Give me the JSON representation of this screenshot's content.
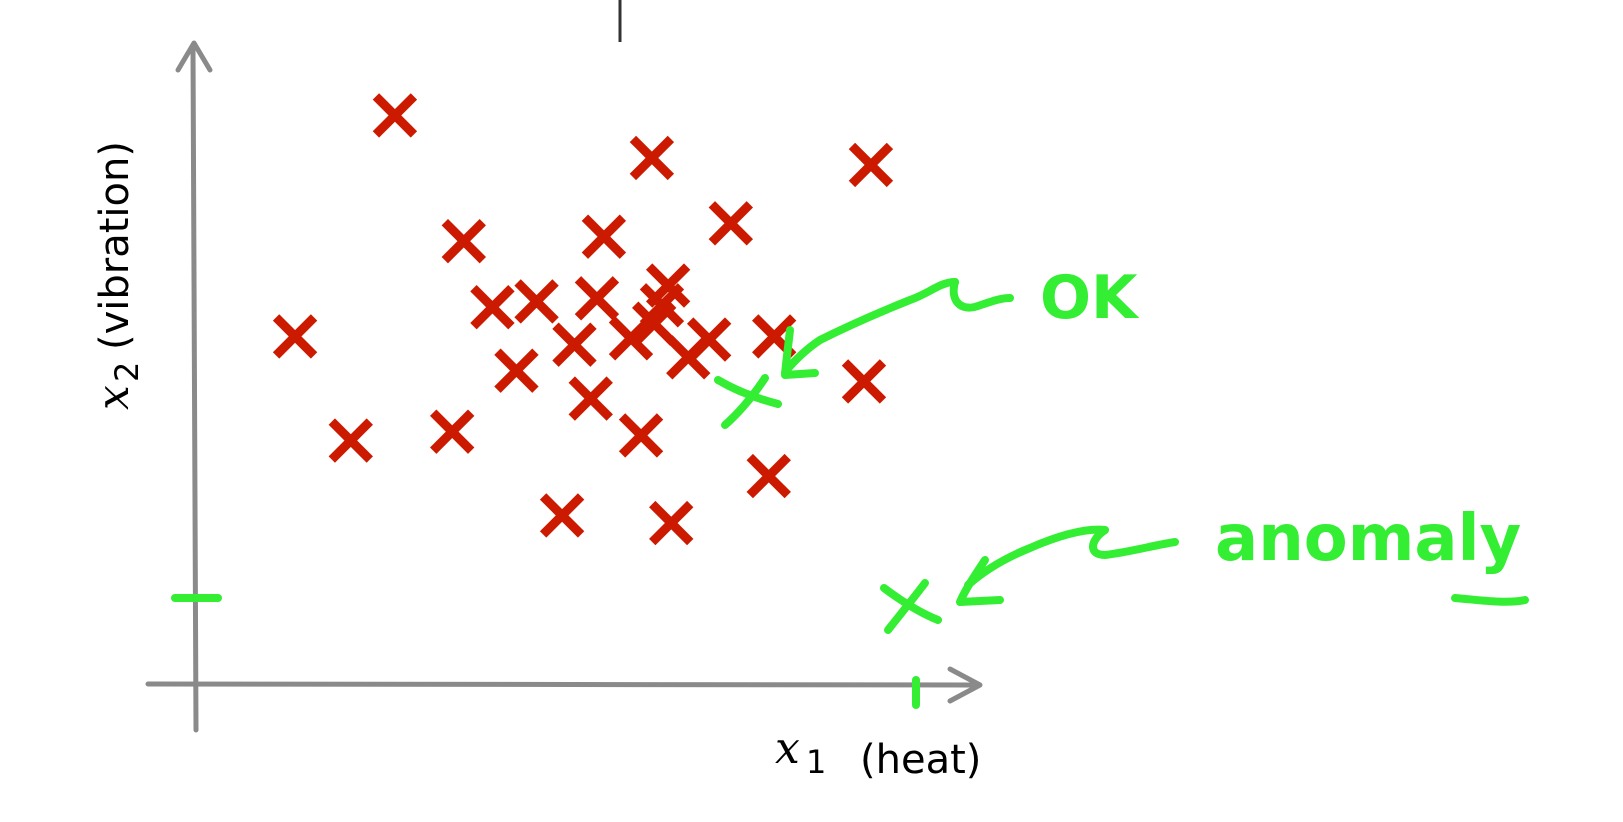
{
  "chart_data": {
    "type": "scatter",
    "xlabel": {
      "var": "x",
      "sub": "1",
      "text": "(heat)"
    },
    "ylabel": {
      "var": "x",
      "sub": "2",
      "text": "(vibration)"
    },
    "xlim": [
      0,
      100
    ],
    "ylim": [
      0,
      100
    ],
    "grid": false,
    "series": [
      {
        "marker": "x",
        "color": "#cc1a00",
        "points": [
          [
            25.7,
            89.7
          ],
          [
            58.9,
            83.0
          ],
          [
            87.2,
            81.9
          ],
          [
            34.6,
            69.9
          ],
          [
            52.7,
            70.6
          ],
          [
            69.1,
            72.7
          ],
          [
            61.0,
            62.9
          ],
          [
            38.3,
            59.5
          ],
          [
            44.0,
            60.4
          ],
          [
            51.8,
            60.9
          ],
          [
            60.2,
            59.8
          ],
          [
            59.2,
            56.9
          ],
          [
            12.8,
            54.9
          ],
          [
            48.9,
            53.6
          ],
          [
            56.2,
            54.6
          ],
          [
            66.3,
            54.4
          ],
          [
            74.7,
            54.9
          ],
          [
            41.4,
            49.5
          ],
          [
            63.6,
            51.6
          ],
          [
            86.3,
            47.8
          ],
          [
            51.0,
            45.1
          ],
          [
            20.0,
            38.5
          ],
          [
            33.1,
            39.9
          ],
          [
            57.5,
            39.3
          ],
          [
            74.0,
            32.9
          ],
          [
            47.3,
            26.7
          ],
          [
            61.4,
            25.5
          ]
        ]
      }
    ],
    "annotations": [
      {
        "text": "OK",
        "color": "#33ee33",
        "point": [
          72.0,
          46.0
        ]
      },
      {
        "text": "anomaly",
        "color": "#33ee33",
        "point": [
          92.5,
          12.5
        ]
      }
    ]
  },
  "icons": {
    "x_arrow": "arrow-right-icon",
    "y_arrow": "arrow-up-icon"
  }
}
